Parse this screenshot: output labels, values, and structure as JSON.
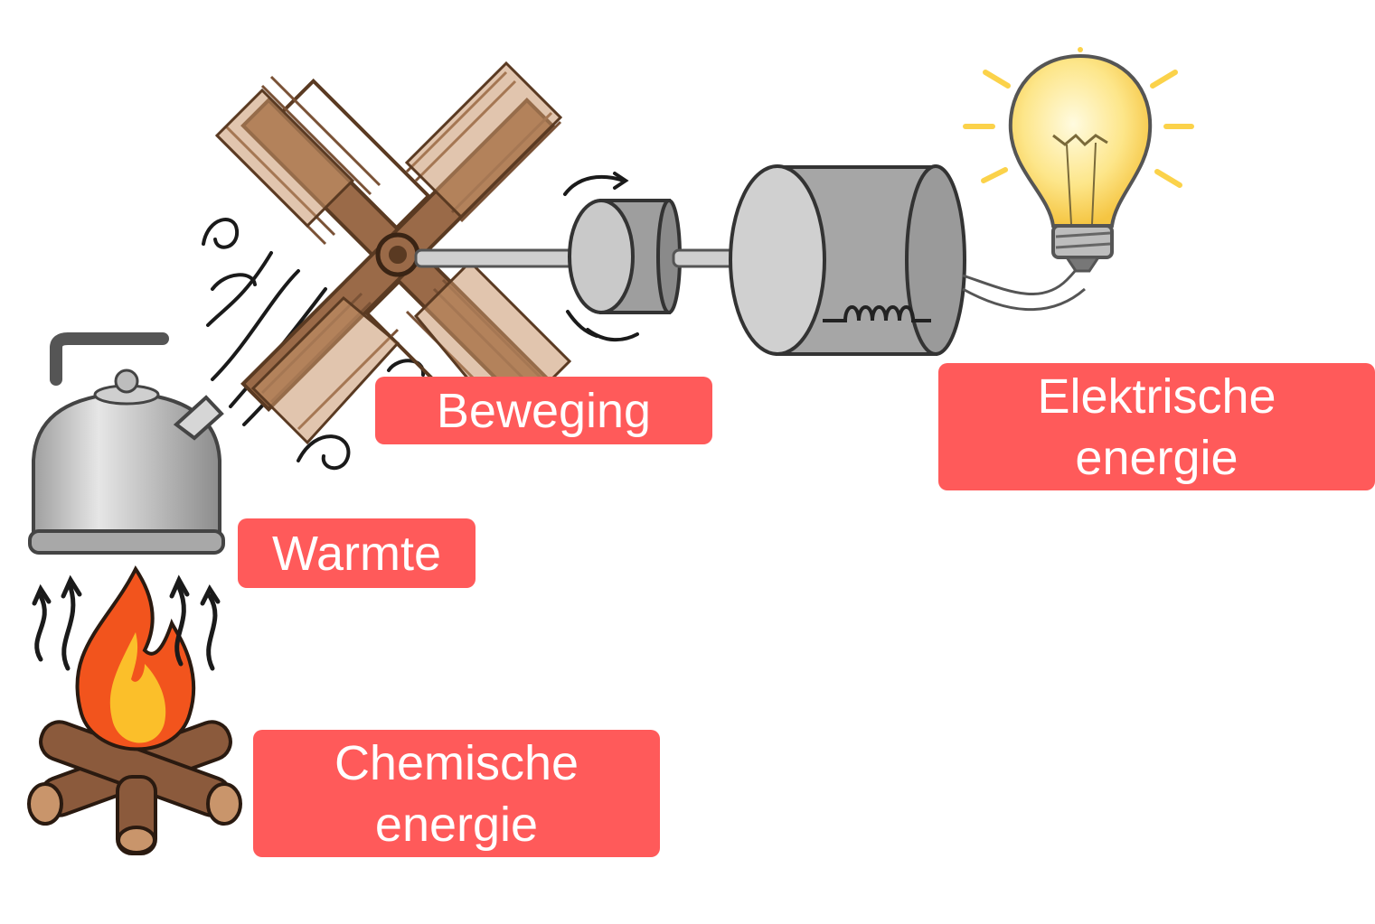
{
  "labels": {
    "beweging": "Beweging",
    "elektrische": "Elektrische\nenergie",
    "warmte": "Warmte",
    "chemische": "Chemische\nenergie"
  },
  "colors": {
    "label_bg": "#ff5a5a",
    "label_text": "#ffffff",
    "wood": "#9a6a48",
    "metal": "#b9b9b9",
    "flame_outer": "#f2541d",
    "flame_inner": "#fbbf2a",
    "bulb": "#fbe27a"
  },
  "icons": [
    "kettle-icon",
    "campfire-icon",
    "windmill-icon",
    "flywheel-icon",
    "generator-icon",
    "lightbulb-icon",
    "wind-swirl-icon",
    "heat-arrow-icon"
  ]
}
